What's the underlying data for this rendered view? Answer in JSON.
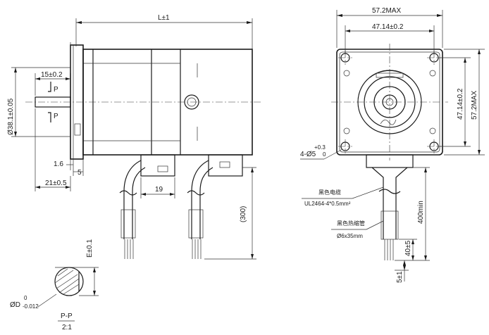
{
  "dimensions": {
    "length": "L±1",
    "shaft_length": "15±0.2",
    "shaft_diameter": "Ø38.1±0.05",
    "flange_thickness": "1.6",
    "boss_step": "5",
    "shaft_ext": "21±0.5",
    "connector_width": "19",
    "cable_length_side": "(300)",
    "width_max": "57.2MAX",
    "hole_spacing": "47.14±0.2",
    "hole_spacing_v": "47.14±0.2",
    "height_max": "57.2MAX",
    "holes": "4-Ø5",
    "holes_tol": "+0.3",
    "holes_tol_low": "0",
    "cable_min": "400min",
    "sleeve_len": "40±5",
    "strip_len": "5±1",
    "flat_depth": "E±0.1",
    "shaft_d": "ØD",
    "shaft_d_tol_up": "0",
    "shaft_d_tol_low": "-0.012"
  },
  "labels": {
    "section_mark_top": "P",
    "section_mark_bottom": "P",
    "section_title": "P-P",
    "section_scale": "2:1",
    "cable_black": "黑色电缆",
    "cable_spec": "UL2464-4*0.5mm²",
    "sleeve_black": "黑色热缩管",
    "sleeve_spec": "Ø6x35mm"
  }
}
